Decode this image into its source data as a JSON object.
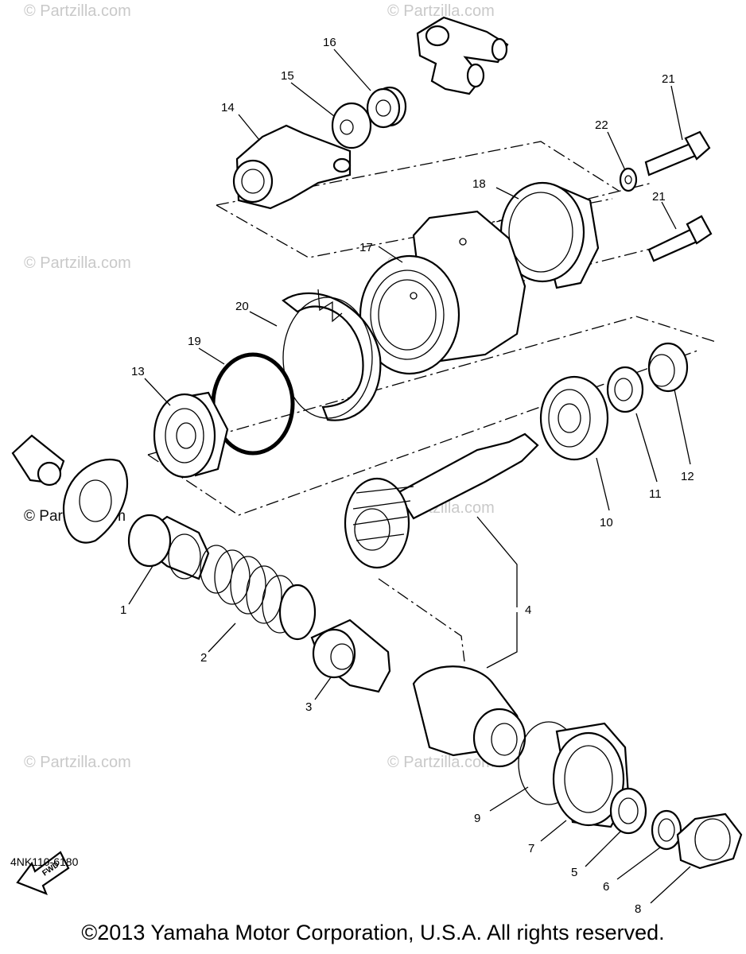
{
  "watermark": "© Partzilla.com",
  "diagram_code": "4NK110-6180",
  "copyright": "©2013 Yamaha Motor Corporation, U.S.A. All rights reserved.",
  "fwd_label": "FWD",
  "callouts": [
    "1",
    "2",
    "3",
    "4",
    "5",
    "6",
    "7",
    "8",
    "9",
    "10",
    "11",
    "12",
    "13",
    "14",
    "15",
    "16",
    "17",
    "18",
    "19",
    "20",
    "21",
    "21",
    "22"
  ]
}
